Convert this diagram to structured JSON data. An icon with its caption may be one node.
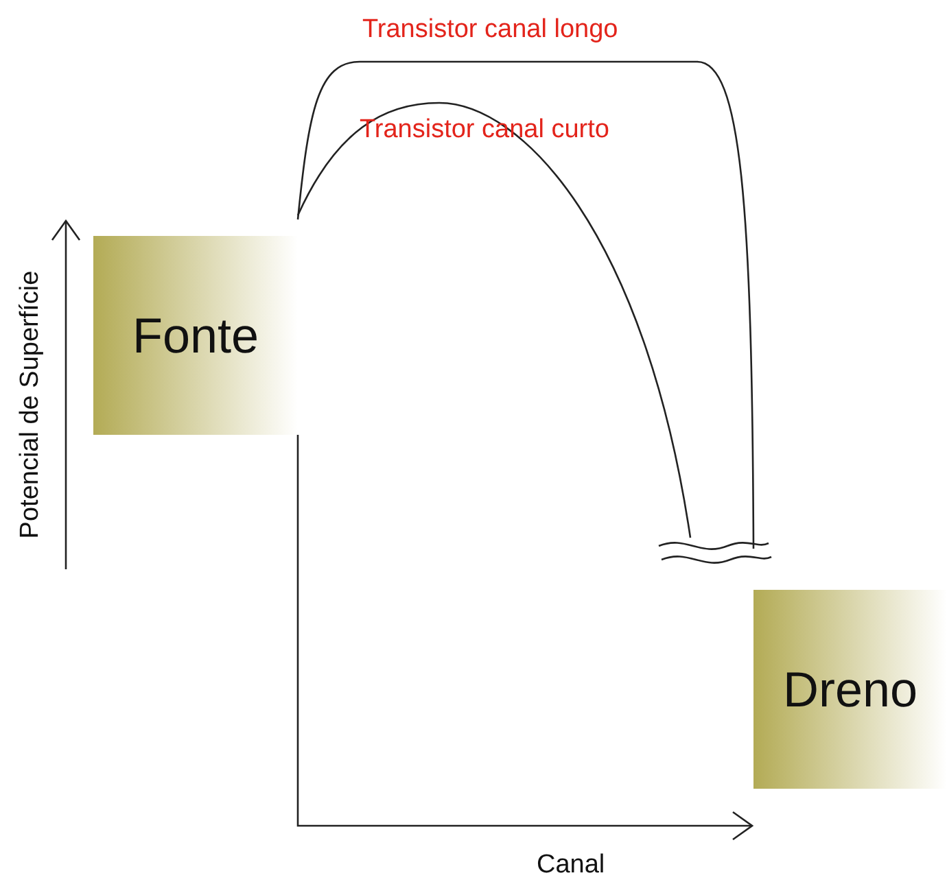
{
  "diagram": {
    "nodes": [
      {
        "text": [
          "Fonte"
        ]
      },
      {
        "text": [
          "Dreno"
        ]
      }
    ],
    "labels": [
      "Transistor canal longo",
      "Transistor canal curto",
      "Potencial de Superfície",
      "Canal"
    ]
  }
}
